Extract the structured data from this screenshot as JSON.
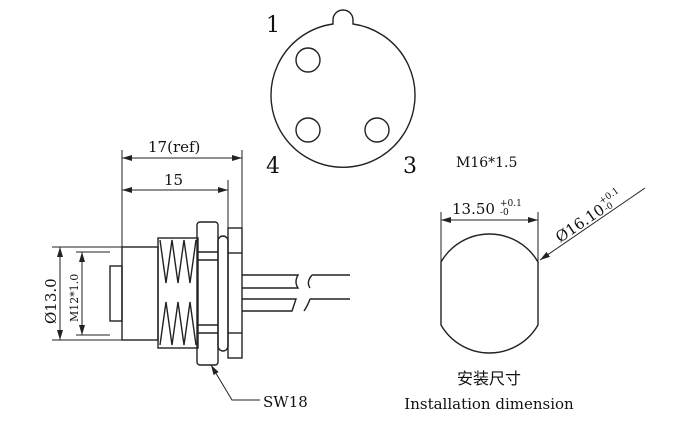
{
  "pin_face": {
    "pin1": "1",
    "pin3": "3",
    "pin4": "4"
  },
  "side_view": {
    "dim_overall": "17(ref)",
    "dim_length": "15",
    "dim_diameter": "Ø13.0",
    "dim_thread": "M12*1.0",
    "wrench_size": "SW18"
  },
  "installation": {
    "thread_spec": "M16*1.5",
    "width_value": "13.50",
    "width_tol_plus": "+0.1",
    "width_tol_minus": "-0",
    "diameter_value": "Ø16.10",
    "diameter_tol_plus": "+0.1",
    "diameter_tol_minus": "-0",
    "title_cn": "安装尺寸",
    "title_en": "Installation dimension"
  }
}
